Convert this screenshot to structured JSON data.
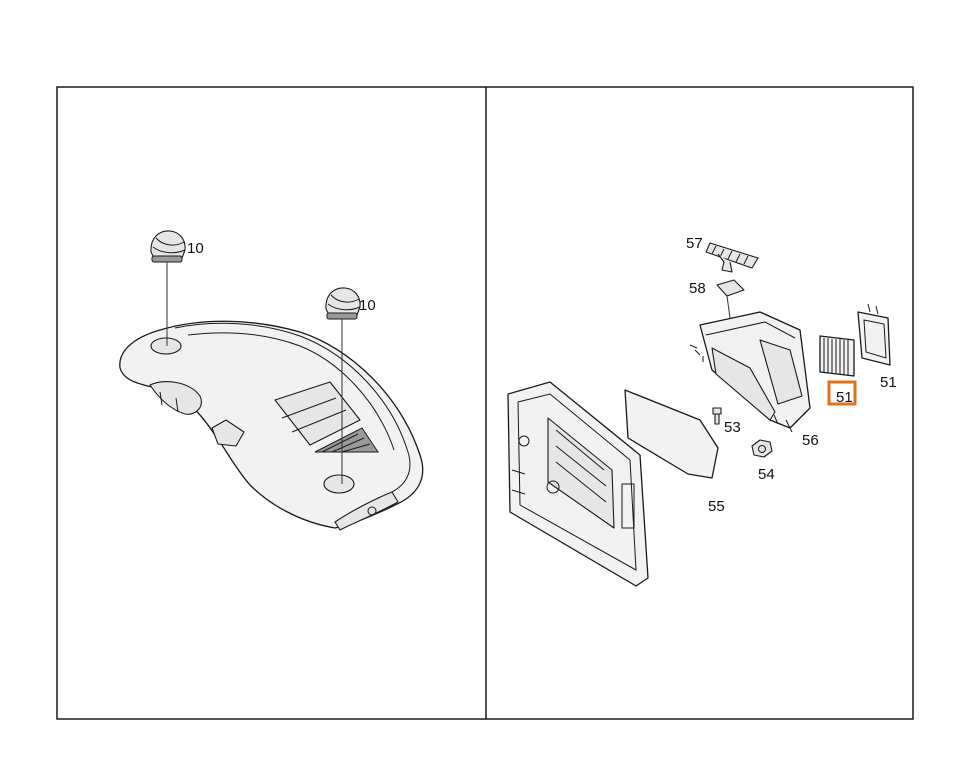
{
  "panels": [
    {
      "id": "left",
      "callouts": [
        {
          "id": "c1",
          "label": "10"
        },
        {
          "id": "c2",
          "label": "10"
        }
      ]
    },
    {
      "id": "right",
      "callouts": [
        {
          "id": "c57",
          "label": "57"
        },
        {
          "id": "c58",
          "label": "58"
        },
        {
          "id": "c51",
          "label": "51"
        },
        {
          "id": "c52",
          "label": "51"
        },
        {
          "id": "c53",
          "label": "53"
        },
        {
          "id": "c56",
          "label": "56"
        },
        {
          "id": "c54",
          "label": "54"
        },
        {
          "id": "c55",
          "label": "55"
        }
      ]
    }
  ],
  "highlight": {
    "label": "51",
    "color": "#e0701c"
  },
  "colors": {
    "frame": "#1a1a1a",
    "background": "#ffffff"
  }
}
